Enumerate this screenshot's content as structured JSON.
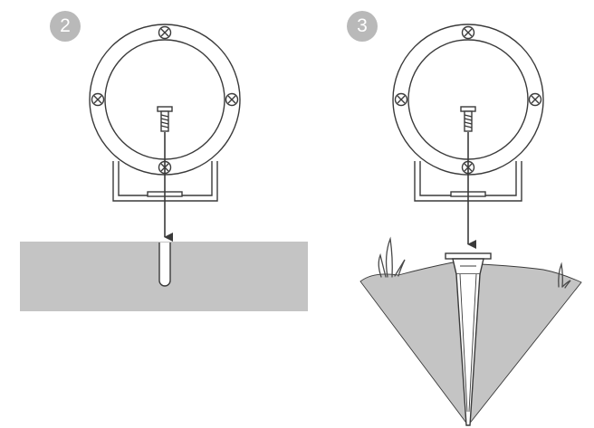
{
  "steps": [
    {
      "number": "2",
      "mount": "wall"
    },
    {
      "number": "3",
      "mount": "ground-spike"
    }
  ],
  "colors": {
    "badge": "#b9b9b9",
    "line": "#3a3a3a",
    "ground": "#c4c4c4",
    "fixture_fill": "#ffffff",
    "grass": "#4a4a4a"
  }
}
